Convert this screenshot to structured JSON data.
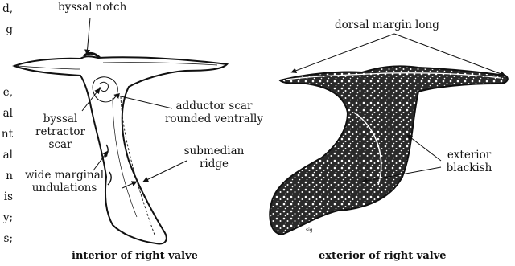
{
  "margin_text": [
    "d,",
    "g",
    "e,",
    "al",
    "nt",
    "al",
    "n",
    "is",
    "y;",
    "s;"
  ],
  "left_figure": {
    "labels": {
      "byssal_notch": "byssal notch",
      "byssal_retractor_scar": [
        "byssal",
        "retractor",
        "scar"
      ],
      "adductor_scar": [
        "adductor scar",
        "rounded ventrally"
      ],
      "submedian_ridge": [
        "submedian",
        "ridge"
      ],
      "wide_marginal_undulations": [
        "wide marginal",
        "undulations"
      ]
    },
    "caption": "interior of right valve"
  },
  "right_figure": {
    "labels": {
      "dorsal_margin": "dorsal margin long",
      "exterior_blackish": [
        "exterior",
        "blackish"
      ]
    },
    "caption": "exterior of right valve"
  },
  "colors": {
    "ink": "#111111",
    "paper": "#ffffff",
    "shell_dark": "#1a1a1a"
  }
}
